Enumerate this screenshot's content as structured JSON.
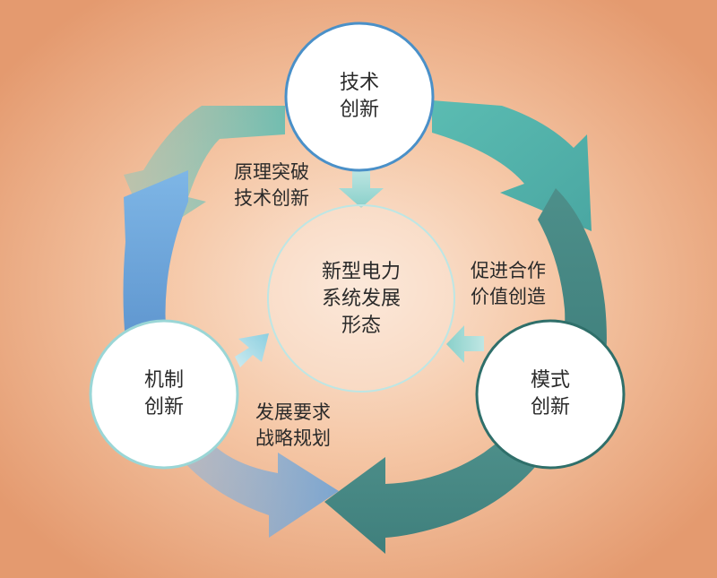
{
  "diagram": {
    "center": {
      "text": "新型电力\n系统发展\n形态"
    },
    "nodes": {
      "top": {
        "text": "技术\n创新"
      },
      "left": {
        "text": "机制\n创新"
      },
      "right": {
        "text": "模式\n创新"
      }
    },
    "inputs": {
      "top": {
        "text": "原理突破\n技术创新"
      },
      "right": {
        "text": "促进合作\n价值创造"
      },
      "left": {
        "text": "发展要求\n战略规划"
      }
    }
  },
  "colors": {
    "background_center": "#fbe8d9",
    "background_edge": "#e49a6f",
    "teal_arrow": "#5bbcb2",
    "dark_teal_arrow": "#3f7f7c",
    "blue_arrow": "#6fa3d6",
    "node_fill": "#ffffff",
    "top_node_border": "#4a90c8",
    "left_node_border": "#9ad6d6",
    "right_node_border": "#2f6f6a",
    "center_border": "#bde6e4"
  }
}
